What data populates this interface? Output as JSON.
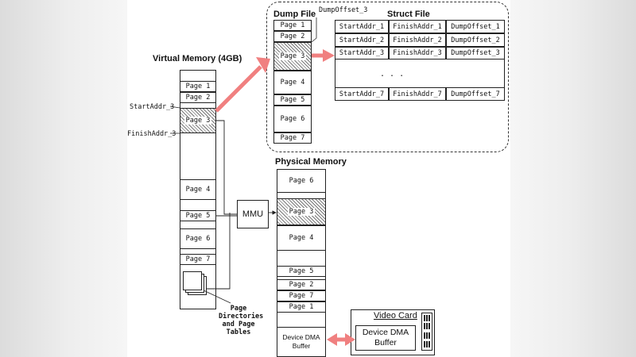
{
  "virtual_memory": {
    "title": "Virtual Memory (4GB)",
    "start_label": "StartAddr_3",
    "finish_label": "FinishAddr_3",
    "pages": [
      "Page 1",
      "Page 2",
      "Page 3",
      "Page 4",
      "Page 5",
      "Page 6",
      "Page 7"
    ],
    "tables_label": [
      "Page",
      "Directories",
      "and Page",
      "Tables"
    ]
  },
  "mmu": {
    "label": "MMU"
  },
  "dump_file": {
    "title": "Dump File",
    "offset_label": "DumpOffset_3",
    "pages": [
      "Page 1",
      "Page 2",
      "Page 3",
      "Page 4",
      "Page 5",
      "Page 6",
      "Page 7"
    ]
  },
  "struct_file": {
    "title": "Struct File",
    "rows": [
      [
        "StartAddr_1",
        "FinishAddr_1",
        "DumpOffset_1"
      ],
      [
        "StartAddr_2",
        "FinishAddr_2",
        "DumpOffset_2"
      ],
      [
        "StartAddr_3",
        "FinishAddr_3",
        "DumpOffset_3"
      ]
    ],
    "ellipsis": ". . .",
    "last_row": [
      "StartAddr_7",
      "FinishAddr_7",
      "DumpOffset_7"
    ]
  },
  "physical_memory": {
    "title": "Physical Memory",
    "pages": [
      "Page 6",
      "Page 3",
      "Page 4",
      "Page 5",
      "Page 2",
      "Page 7",
      "Page 1"
    ],
    "dma_buffer": [
      "Device DMA",
      "Buffer"
    ]
  },
  "video_card": {
    "title": "Video Card",
    "dma_buffer": [
      "Device DMA",
      "Buffer"
    ]
  },
  "colors": {
    "arrow": "#f08080",
    "line": "#222222",
    "hatch": "#777777"
  }
}
